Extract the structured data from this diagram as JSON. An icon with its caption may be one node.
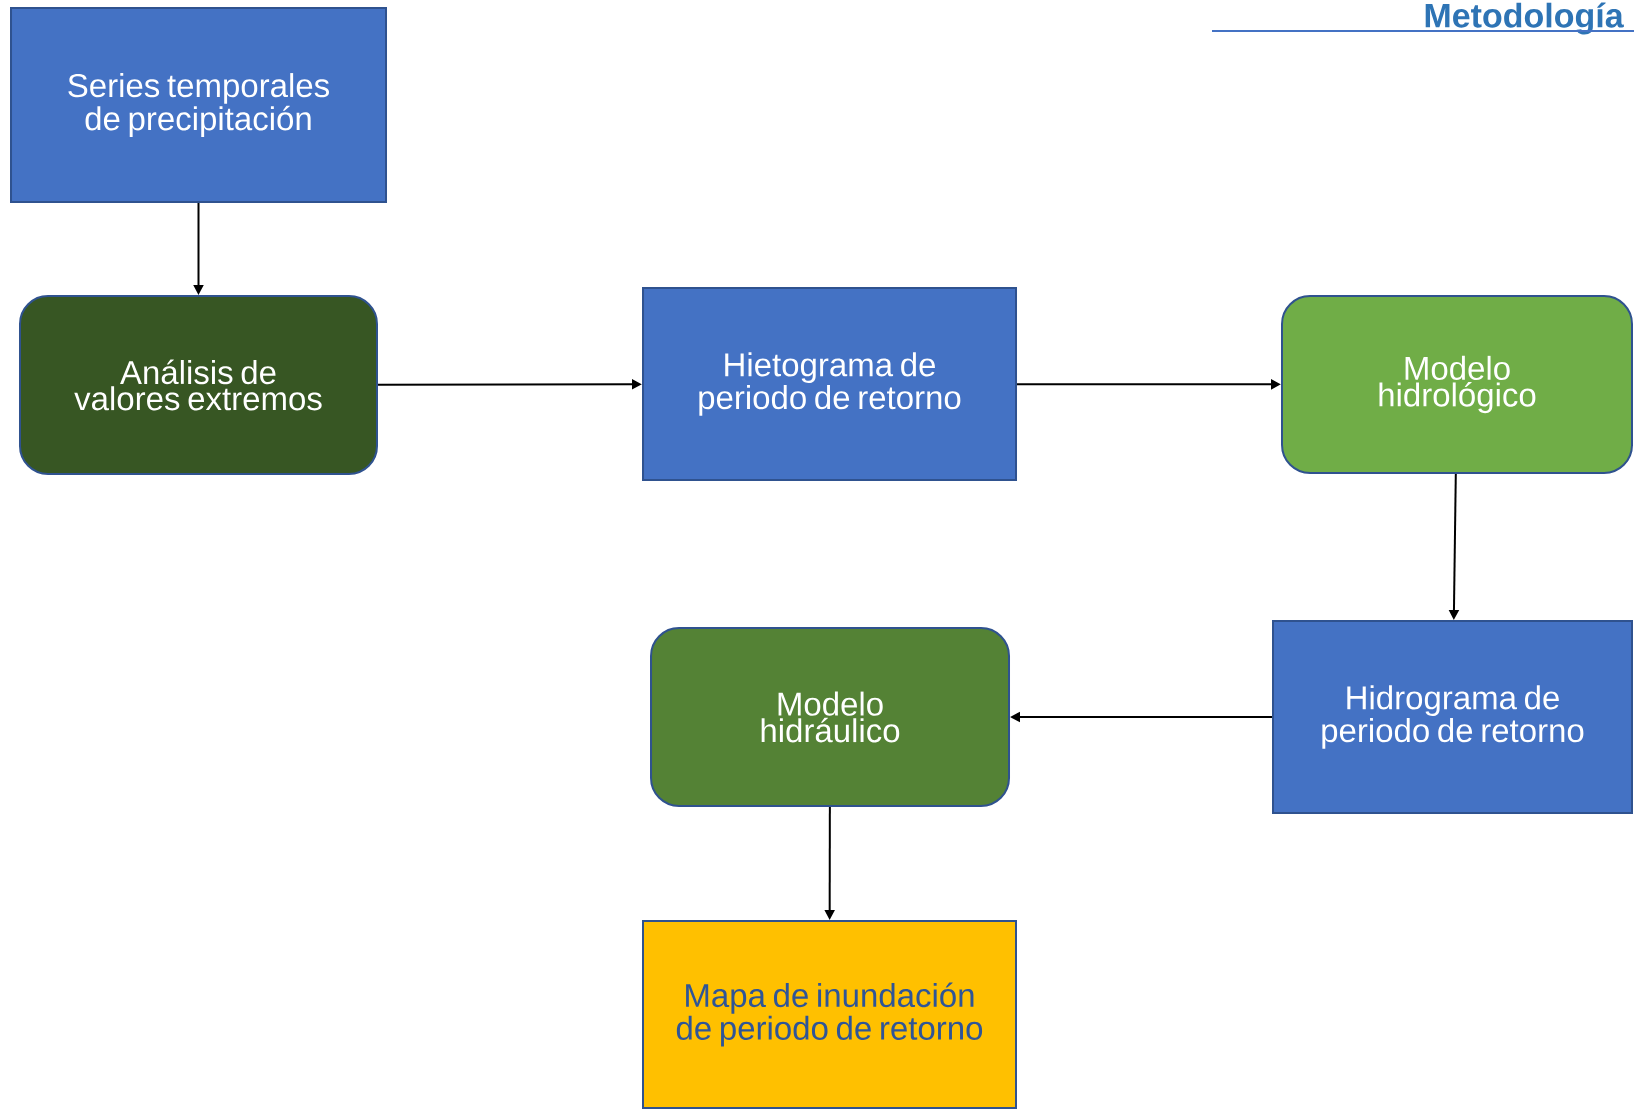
{
  "diagram": {
    "title": "Metodología",
    "nodes": [
      {
        "text": [
          "Series temporales de precipitación"
        ]
      },
      {
        "text": [
          "Análisis de valores extremos"
        ]
      },
      {
        "text": [
          "Hietograma de periodo de retorno"
        ]
      },
      {
        "text": [
          "Modelo hidrológico"
        ]
      },
      {
        "text": [
          "Hidrograma de periodo de retorno"
        ]
      },
      {
        "text": [
          "Modelo hidráulico"
        ]
      },
      {
        "text": [
          "Mapa de inundación de periodo de retorno"
        ]
      }
    ],
    "edges": [
      {
        "from": 0,
        "to": 1,
        "arrow": "to"
      },
      {
        "from": 1,
        "to": 2,
        "arrow": "to"
      },
      {
        "from": 2,
        "to": 3,
        "arrow": "to"
      },
      {
        "from": 3,
        "to": 4,
        "arrow": "to"
      },
      {
        "from": 4,
        "to": 5,
        "arrow": "to"
      },
      {
        "from": 5,
        "to": 6,
        "arrow": "to"
      }
    ]
  }
}
